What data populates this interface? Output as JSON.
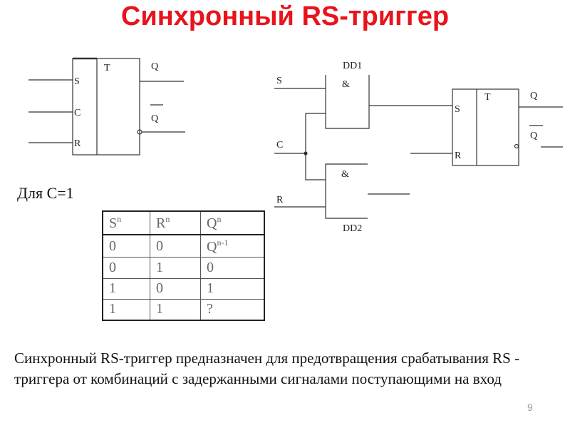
{
  "title": "Синхронный RS-триггер",
  "left_diagram": {
    "inputs": [
      "S",
      "C",
      "R"
    ],
    "block_label": "T",
    "out_q": "Q",
    "out_qbar": "Q"
  },
  "right_diagram": {
    "gate1_name": "DD1",
    "gate1_symbol": "&",
    "gate2_name": "DD2",
    "gate2_symbol": "&",
    "inputs": [
      "S",
      "C",
      "R"
    ],
    "flipflop_inputs": [
      "S",
      "R"
    ],
    "block_label": "T",
    "out_q": "Q",
    "out_qbar": "Q"
  },
  "condition": "Для С=1",
  "truth_table": {
    "headers": [
      {
        "base": "S",
        "sup": "n"
      },
      {
        "base": "R",
        "sup": "n"
      },
      {
        "base": "Q",
        "sup": "n"
      }
    ],
    "rows": [
      [
        {
          "base": "0",
          "sup": ""
        },
        {
          "base": "0",
          "sup": ""
        },
        {
          "base": "Q",
          "sup": "n-1"
        }
      ],
      [
        {
          "base": "0",
          "sup": ""
        },
        {
          "base": "1",
          "sup": ""
        },
        {
          "base": "0",
          "sup": ""
        }
      ],
      [
        {
          "base": "1",
          "sup": ""
        },
        {
          "base": "0",
          "sup": ""
        },
        {
          "base": "1",
          "sup": ""
        }
      ],
      [
        {
          "base": "1",
          "sup": ""
        },
        {
          "base": "1",
          "sup": ""
        },
        {
          "base": "?",
          "sup": ""
        }
      ]
    ]
  },
  "description": "Синхронный RS-триггер предназначен для предотвращения срабатывания RS - триггера от комбинаций с задержанными сигналами поступающими на вход",
  "page_number": "9"
}
